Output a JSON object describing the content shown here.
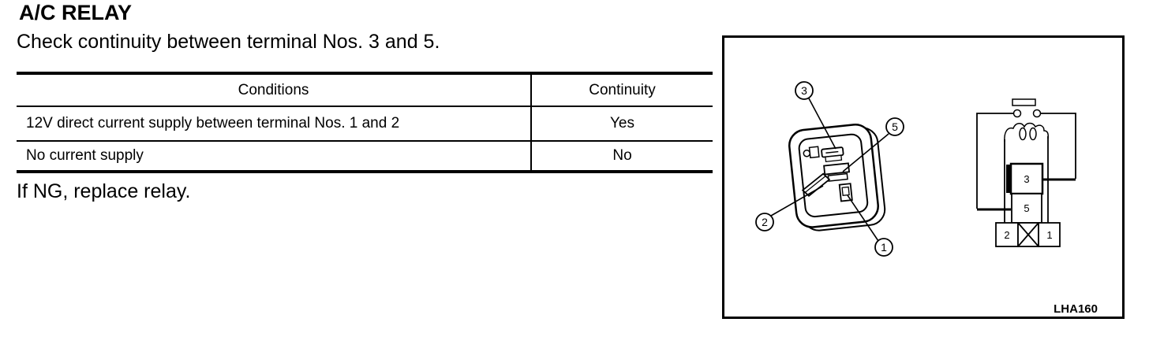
{
  "page": {
    "title": "A/C RELAY",
    "instruction": "Check continuity between terminal Nos. 3 and 5.",
    "note": "If NG, replace relay."
  },
  "table": {
    "headers": [
      "Conditions",
      "Continuity"
    ],
    "rows": [
      {
        "condition": "12V direct current supply between terminal Nos. 1 and 2",
        "continuity": "Yes"
      },
      {
        "condition": "No current supply",
        "continuity": "No"
      }
    ]
  },
  "figure": {
    "code": "LHA160",
    "callouts": [
      "3",
      "5",
      "2",
      "1"
    ],
    "terminals": {
      "t3": "3",
      "t5": "5",
      "t2": "2",
      "t1": "1"
    }
  },
  "colors": {
    "ink": "#000000",
    "paper": "#ffffff"
  }
}
